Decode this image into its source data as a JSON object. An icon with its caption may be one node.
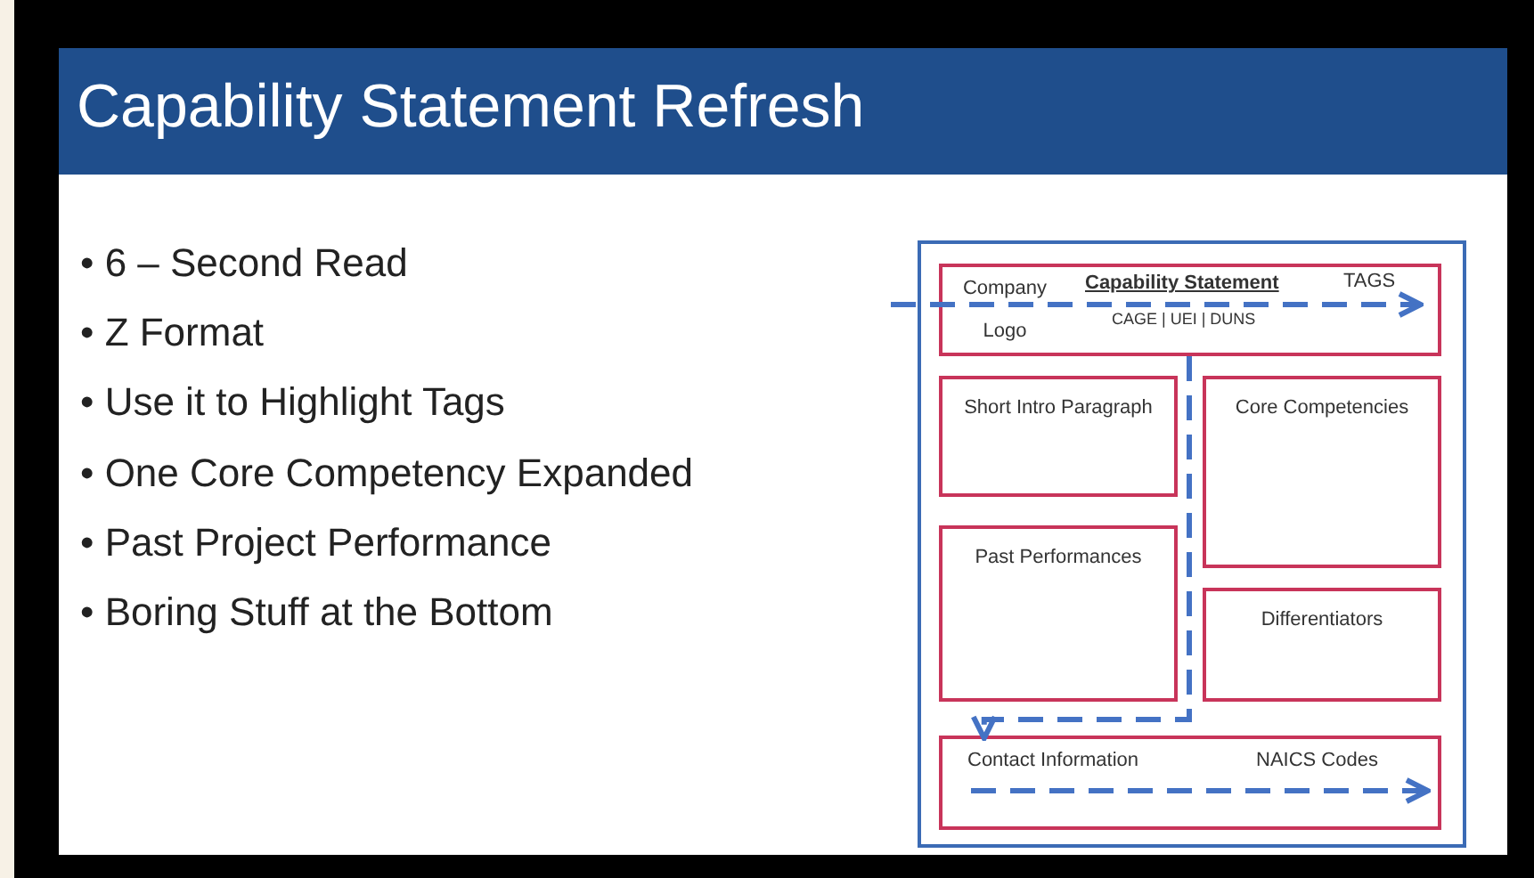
{
  "diagram": {
    "title": "Capability Statement Refresh",
    "nodes": [
      {
        "text": [],
        "shape": "box"
      },
      {
        "text": [
          "Company Logo",
          "Capability Statement",
          "CAGE | UEI | DUNS",
          "TAGS"
        ],
        "in": 0
      },
      {
        "text": [
          "Short Intro Paragraph"
        ],
        "in": 0
      },
      {
        "text": [
          "Core Competencies"
        ],
        "in": 0
      },
      {
        "text": [
          "Past Performances"
        ],
        "in": 0
      },
      {
        "text": [
          "Differentiators"
        ],
        "in": 0
      },
      {
        "text": [
          "Contact Information",
          "NAICS Codes"
        ],
        "in": 0
      }
    ],
    "edges": [
      {
        "from": 1,
        "to": 6,
        "arrow": "to",
        "style": "dashed"
      }
    ],
    "labels": [
      "• 6 – Second Read",
      "• Z Format",
      "• Use it to Highlight Tags",
      "• One Core Competency Expanded",
      "• Past Project Performance",
      "• Boring Stuff at the Bottom"
    ]
  }
}
